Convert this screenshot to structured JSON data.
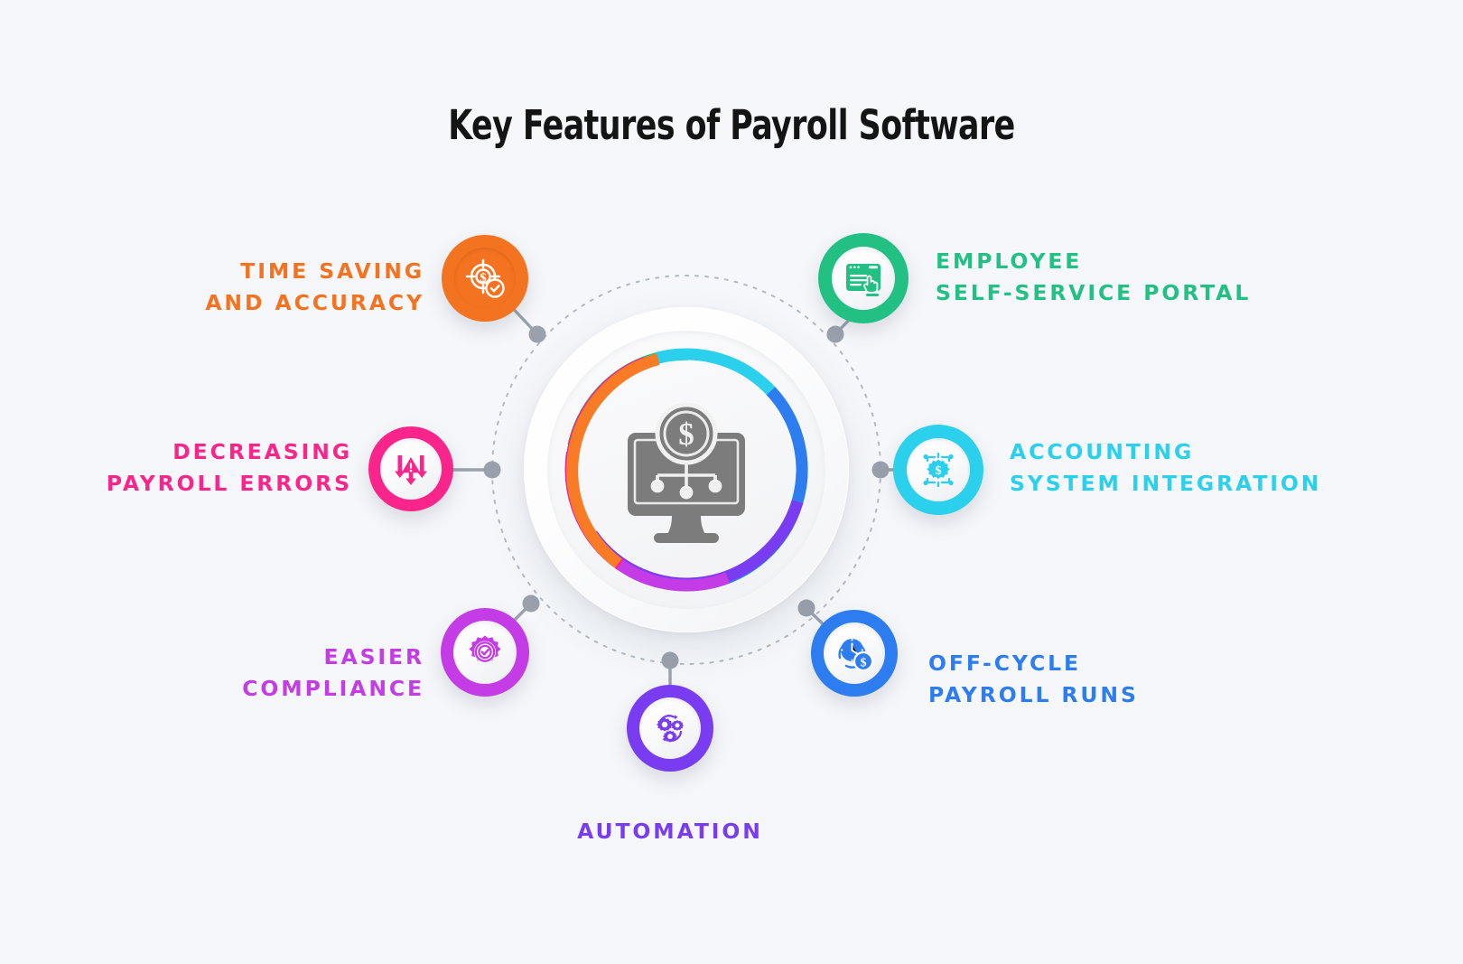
{
  "page": {
    "title": "Key Features of Payroll Software",
    "background_color": "#F5F7FA",
    "title_color": "#141414"
  },
  "center": {
    "icon": "monitor-dollar-network-icon",
    "icon_color": "#7C7C7C",
    "ring_segments": [
      {
        "name": "orange",
        "color": "#F97B26"
      },
      {
        "name": "pink",
        "color": "#F9258B"
      },
      {
        "name": "magenta",
        "color": "#C33CE6"
      },
      {
        "name": "violet",
        "color": "#7A3CF0"
      },
      {
        "name": "blue",
        "color": "#2E7DF0"
      },
      {
        "name": "cyan",
        "color": "#2BD0EC"
      },
      {
        "name": "green",
        "color": "#23C084"
      }
    ]
  },
  "orbit": {
    "dotted_circle_color": "#A7AEBA",
    "connector_color": "#9AA1AD",
    "connector_dot_color": "#9AA1AD"
  },
  "features": [
    {
      "id": "time-saving-and-accuracy",
      "label": "TIME SAVING\nAND ACCURACY",
      "color": "#F47320",
      "icon": "target-dollar-check-icon",
      "side": "left",
      "inverted": true
    },
    {
      "id": "employee-self-service-portal",
      "label": "EMPLOYEE\nSELF-SERVICE PORTAL",
      "color": "#23C084",
      "icon": "browser-window-hand-icon",
      "side": "right",
      "inverted": false
    },
    {
      "id": "accounting-system-integration",
      "label": "ACCOUNTING\nSYSTEM INTEGRATION",
      "color": "#2BD0EC",
      "icon": "gear-dollar-network-icon",
      "side": "right",
      "inverted": false
    },
    {
      "id": "off-cycle-payroll-runs",
      "label": "OFF-CYCLE\nPAYROLL RUNS",
      "color": "#2E7DF0",
      "icon": "clock-dollar-icon",
      "side": "right",
      "inverted": false
    },
    {
      "id": "automation",
      "label": "AUTOMATION",
      "color": "#7A3CF0",
      "icon": "gears-cycle-icon",
      "side": "bottom",
      "inverted": false
    },
    {
      "id": "easier-compliance",
      "label": "EASIER\nCOMPLIANCE",
      "color": "#C33CE6",
      "icon": "gear-check-icon",
      "side": "left",
      "inverted": false
    },
    {
      "id": "decreasing-payroll-errors",
      "label": "DECREASING\nPAYROLL ERRORS",
      "color": "#F9258B",
      "icon": "warning-down-arrows-icon",
      "side": "left",
      "inverted": false
    }
  ]
}
